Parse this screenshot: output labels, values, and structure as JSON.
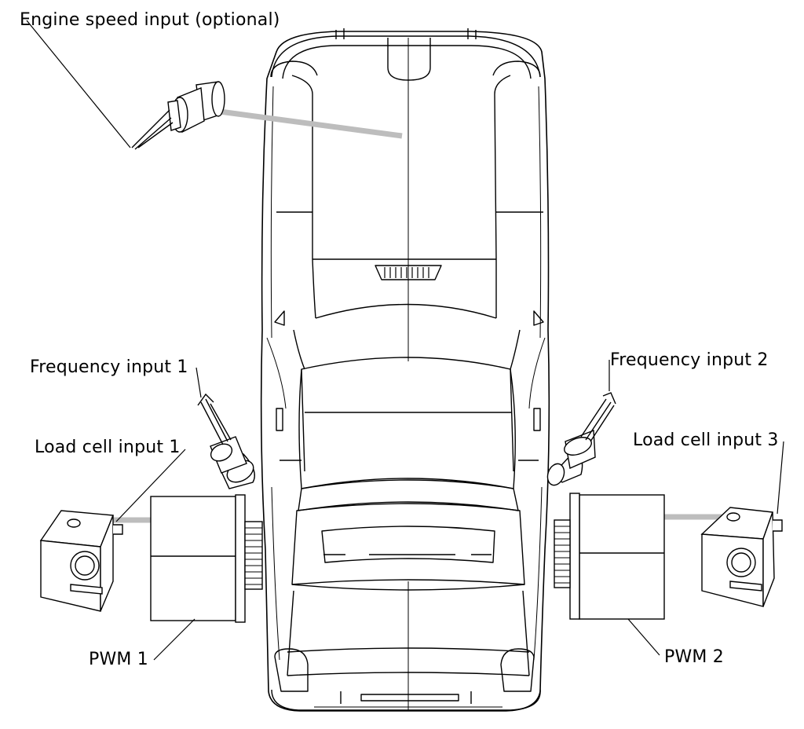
{
  "labels": {
    "engine_speed": "Engine speed input (optional)",
    "frequency_1": "Frequency input 1",
    "frequency_2": "Frequency input 2",
    "load_cell_1": "Load cell input 1",
    "load_cell_3": "Load cell input 3",
    "pwm_1": "PWM 1",
    "pwm_2": "PWM 2"
  },
  "colors": {
    "line": "#000000",
    "connector": "#bdbdbd",
    "background": "#ffffff"
  }
}
